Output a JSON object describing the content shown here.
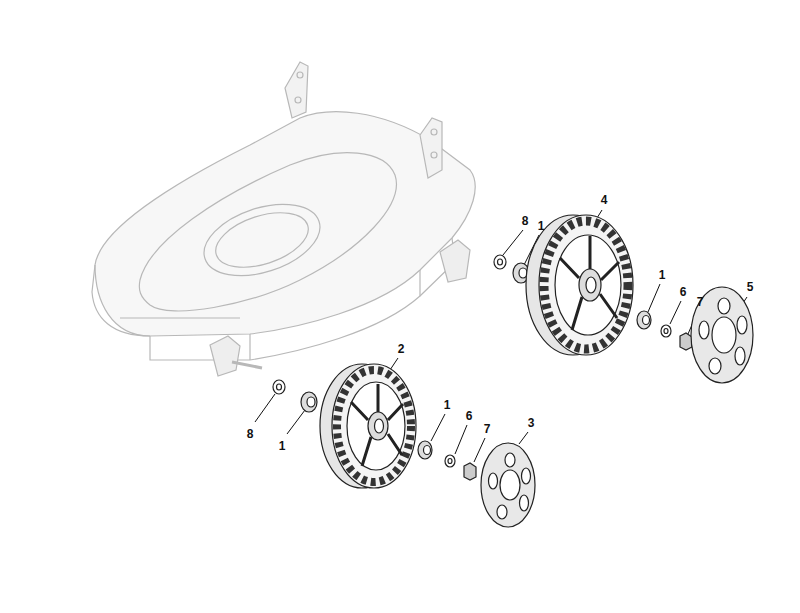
{
  "diagram": {
    "labels": [
      "4",
      "8",
      "1",
      "1",
      "5",
      "6",
      "7",
      "2",
      "1",
      "6",
      "3",
      "7",
      "8",
      "1"
    ]
  }
}
